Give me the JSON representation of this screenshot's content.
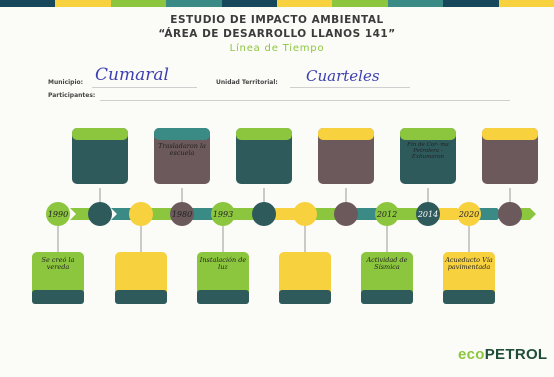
{
  "header": {
    "title_line1": "ESTUDIO DE IMPACTO AMBIENTAL",
    "title_line2": "“ÁREA DE DESARROLLO LLANOS 141”",
    "subtitle": "Línea de Tiempo"
  },
  "form": {
    "municipio_label": "Municipio:",
    "municipio_value": "Cumaral",
    "unidad_label": "Unidad Territorial:",
    "unidad_value": "Cuarteles",
    "participantes_label": "Participantes:"
  },
  "timeline": {
    "years": [
      "1990",
      "1980",
      "1993",
      "2012",
      "2014",
      "2020"
    ],
    "notes": {
      "n1": "Se creó la vereda",
      "n2": "Trasladaron la escuela",
      "n3": "Instalación de luz",
      "n4": "Actividad de Sísmica",
      "n5": "Fin de Cor- ma Petrolera - Exhumaron",
      "n6": "Acueducto Vía pavimentada"
    }
  },
  "colors": {
    "green": "#8cc63e",
    "dark_teal": "#2e5a5c",
    "mauve": "#6b595c",
    "yellow": "#f7d13e",
    "strip_navy": "#16475b",
    "strip_teal": "#3a8a86"
  },
  "logo": {
    "eco": "eco",
    "petrol": "PETROL"
  }
}
